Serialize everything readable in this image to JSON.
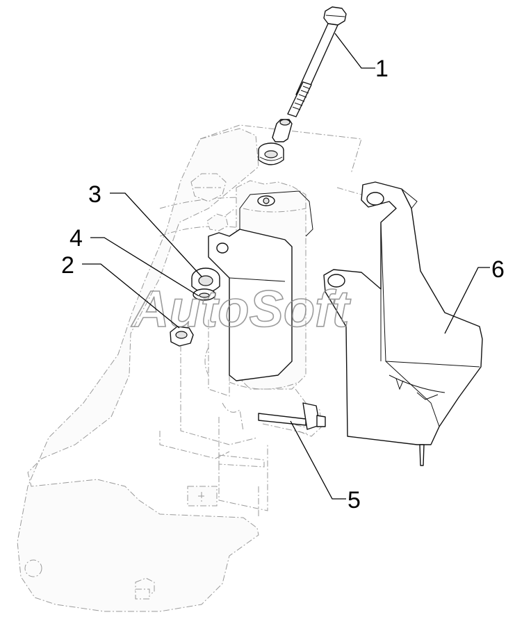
{
  "diagram": {
    "callouts": [
      {
        "id": "1",
        "label": "1"
      },
      {
        "id": "2",
        "label": "2"
      },
      {
        "id": "3",
        "label": "3"
      },
      {
        "id": "4",
        "label": "4"
      },
      {
        "id": "5",
        "label": "5"
      },
      {
        "id": "6",
        "label": "6"
      }
    ],
    "watermark": "AutoSoft",
    "colors": {
      "line": "#111111",
      "ghost": "#9a9a9a",
      "watermark": "#8a8a8a",
      "background": "#ffffff"
    }
  }
}
